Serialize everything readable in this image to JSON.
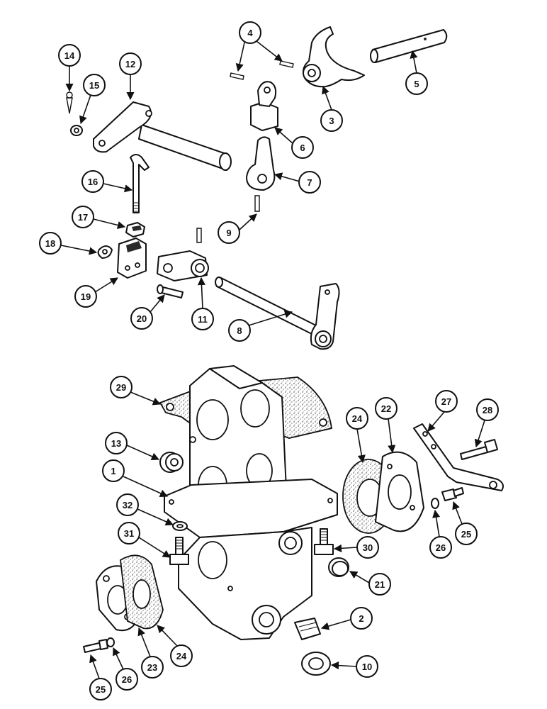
{
  "callouts": [
    {
      "id": "c1",
      "label": "1"
    },
    {
      "id": "c2",
      "label": "2"
    },
    {
      "id": "c3",
      "label": "3"
    },
    {
      "id": "c4",
      "label": "4"
    },
    {
      "id": "c5",
      "label": "5"
    },
    {
      "id": "c6",
      "label": "6"
    },
    {
      "id": "c7",
      "label": "7"
    },
    {
      "id": "c8",
      "label": "8"
    },
    {
      "id": "c9",
      "label": "9"
    },
    {
      "id": "c10",
      "label": "10"
    },
    {
      "id": "c11",
      "label": "11"
    },
    {
      "id": "c12",
      "label": "12"
    },
    {
      "id": "c13",
      "label": "13"
    },
    {
      "id": "c14",
      "label": "14"
    },
    {
      "id": "c15",
      "label": "15"
    },
    {
      "id": "c16",
      "label": "16"
    },
    {
      "id": "c17",
      "label": "17"
    },
    {
      "id": "c18",
      "label": "18"
    },
    {
      "id": "c19",
      "label": "19"
    },
    {
      "id": "c20",
      "label": "20"
    },
    {
      "id": "c21",
      "label": "21"
    },
    {
      "id": "c22",
      "label": "22"
    },
    {
      "id": "c23",
      "label": "23"
    },
    {
      "id": "c24a",
      "label": "24"
    },
    {
      "id": "c24b",
      "label": "24"
    },
    {
      "id": "c25a",
      "label": "25"
    },
    {
      "id": "c25b",
      "label": "25"
    },
    {
      "id": "c26a",
      "label": "26"
    },
    {
      "id": "c26b",
      "label": "26"
    },
    {
      "id": "c27",
      "label": "27"
    },
    {
      "id": "c28",
      "label": "28"
    },
    {
      "id": "c29",
      "label": "29"
    },
    {
      "id": "c30",
      "label": "30"
    },
    {
      "id": "c31",
      "label": "31"
    },
    {
      "id": "c32",
      "label": "32"
    }
  ],
  "colors": {
    "ink": "#111111",
    "paper": "#ffffff"
  }
}
